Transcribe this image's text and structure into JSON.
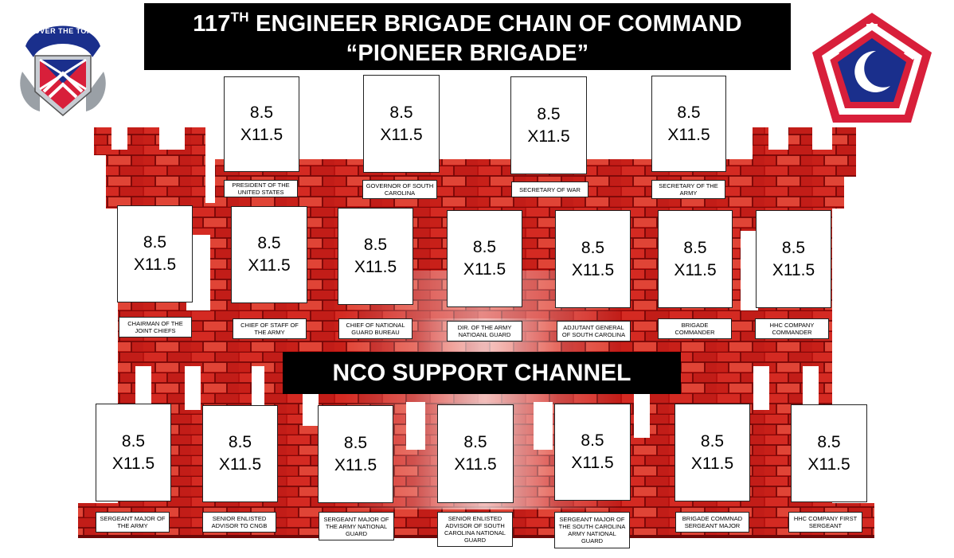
{
  "header": {
    "title_main": "117",
    "title_sup": "TH",
    "title_rest": " ENGINEER BRIGADE CHAIN OF COMMAND",
    "subtitle": "“PIONEER BRIGADE”"
  },
  "nco_banner": "NCO SUPPORT CHANNEL",
  "logos": {
    "left_motto": "OVER THE TOP"
  },
  "photo_placeholder": {
    "line1": "8.5",
    "line2": "X11.5"
  },
  "command_row_top": [
    {
      "label": "PRESIDENT OF THE UNITED STATES"
    },
    {
      "label": "GOVERNOR OF SOUTH CAROLINA"
    },
    {
      "label": "SECRETARY OF WAR"
    },
    {
      "label": "SECRETARY OF THE ARMY"
    }
  ],
  "command_row_middle": [
    {
      "label": "CHAIRMAN OF THE JOINT CHIEFS"
    },
    {
      "label": "CHIEF OF STAFF OF THE ARMY"
    },
    {
      "label": "CHIEF OF NATIONAL GUARD BUREAU"
    },
    {
      "label": "DIR. OF THE ARMY NATIOANL GUARD"
    },
    {
      "label": "ADJUTANT GENERAL OF SOUTH CAROLINA"
    },
    {
      "label": "BRIGADE COMMANDER"
    },
    {
      "label": "HHC COMPANY COMMANDER"
    }
  ],
  "nco_row": [
    {
      "label": "SERGEANT MAJOR OF THE ARMY"
    },
    {
      "label": "SENIOR ENLISTED ADVISOR TO CNGB"
    },
    {
      "label": "SERGEANT MAJOR OF THE ARMY NATIONAL GUARD"
    },
    {
      "label": "SENIOR ENLISTED ADVISOR OF SOUTH CAROLINA NATIONAL GUARD"
    },
    {
      "label": "SERGEANT MAJOR OF THE SOUTH CAROLINA ARMY NATIONAL GUARD"
    },
    {
      "label": "BRIGADE COMMNAD SERGEANT MAJOR"
    },
    {
      "label": "HHC COMPANY FIRST SERGEANT"
    }
  ],
  "colors": {
    "brick": "#c41a1a",
    "brick_dark": "#7a0a0a",
    "banner": "#000000",
    "logo_red": "#d81f3a",
    "logo_blue": "#1a2f8c"
  }
}
